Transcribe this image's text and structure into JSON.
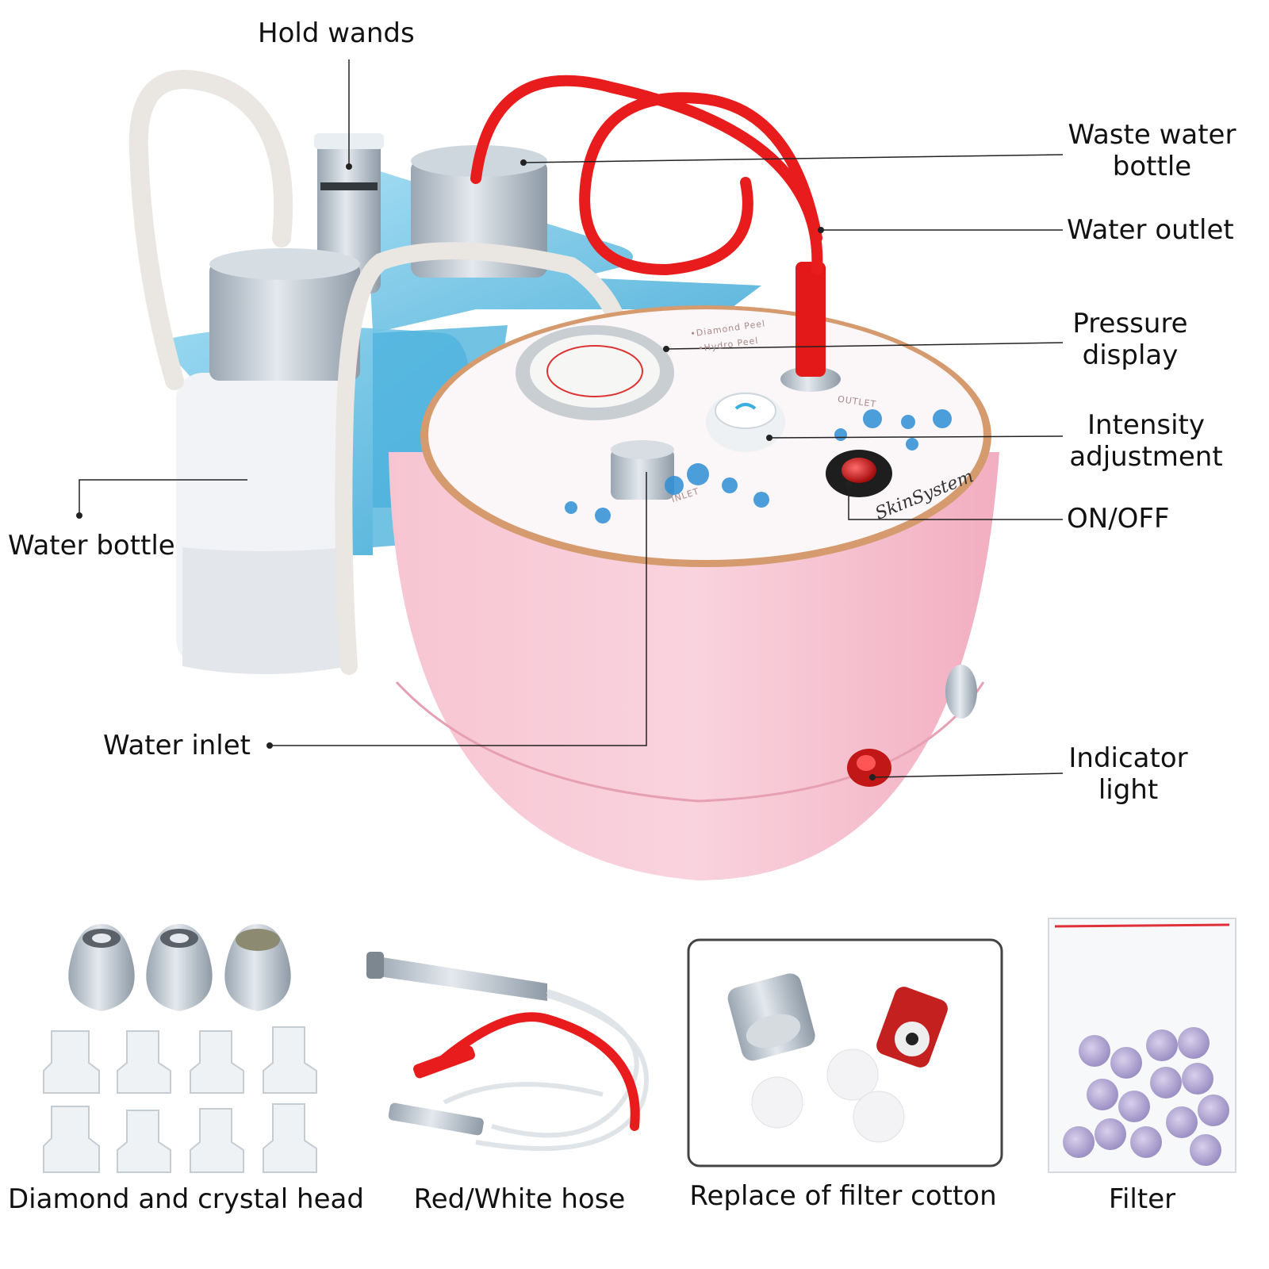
{
  "callouts": {
    "hold_wands": "Hold wands",
    "waste_water_bottle": "Waste water\nbottle",
    "water_outlet": "Water outlet",
    "pressure_display": "Pressure\ndisplay",
    "intensity_adjustment": "Intensity\nadjustment",
    "on_off": "ON/OFF",
    "water_bottle": "Water bottle",
    "water_inlet": "Water inlet",
    "indicator_light": "Indicator\nlight"
  },
  "device": {
    "brand": "SkinSystem",
    "panel_outlet": "OUTLET",
    "panel_inlet": "INLET",
    "panel_top_line1": "•Diamond Peel",
    "panel_top_line2": "•Hydro Peel"
  },
  "accessories": {
    "diamond_crystal_head": "Diamond and crystal head",
    "hose": "Red/White hose",
    "filter_cotton": "Replace of filter cotton",
    "filter": "Filter"
  },
  "colors": {
    "body_pink": "#f4b8c8",
    "hose_red": "#e81c1c",
    "stand_blue": "#6ec3e6",
    "cap_silver": "#b8c2cc"
  }
}
